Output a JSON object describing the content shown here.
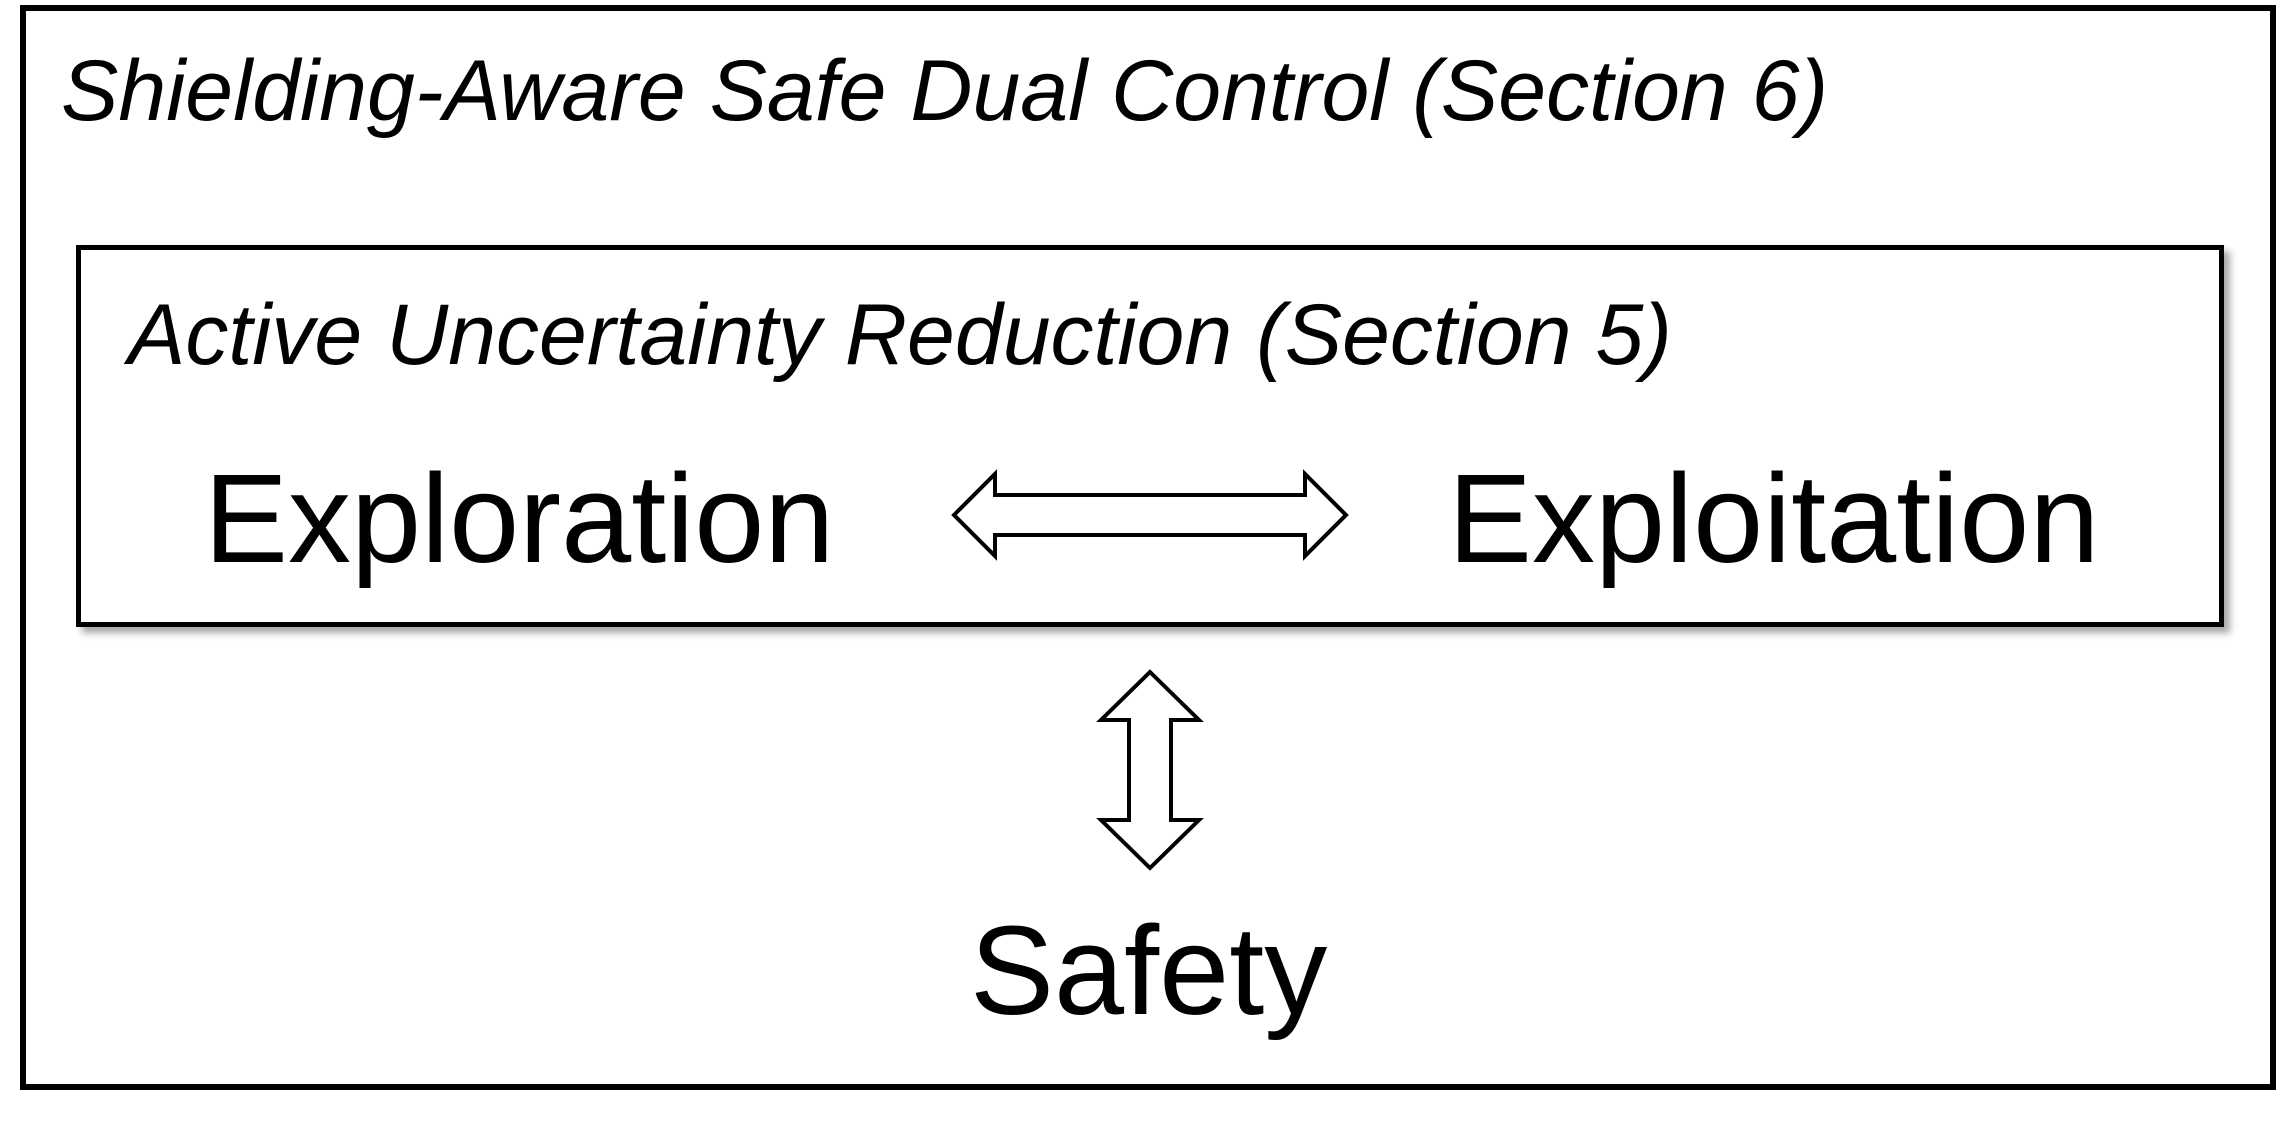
{
  "diagram": {
    "outer": {
      "title": "Shielding-Aware Safe Dual Control (Section 6)"
    },
    "inner": {
      "title": "Active Uncertainty Reduction (Section 5)",
      "left_term": "Exploration",
      "right_term": "Exploitation"
    },
    "bottom_term": "Safety",
    "arrows": [
      {
        "name": "horizontal-double-arrow",
        "from": "Exploration",
        "to": "Exploitation"
      },
      {
        "name": "vertical-double-arrow",
        "from": "Active Uncertainty Reduction (Section 5)",
        "to": "Safety"
      }
    ]
  },
  "colors": {
    "stroke": "#000000",
    "background": "#ffffff"
  }
}
